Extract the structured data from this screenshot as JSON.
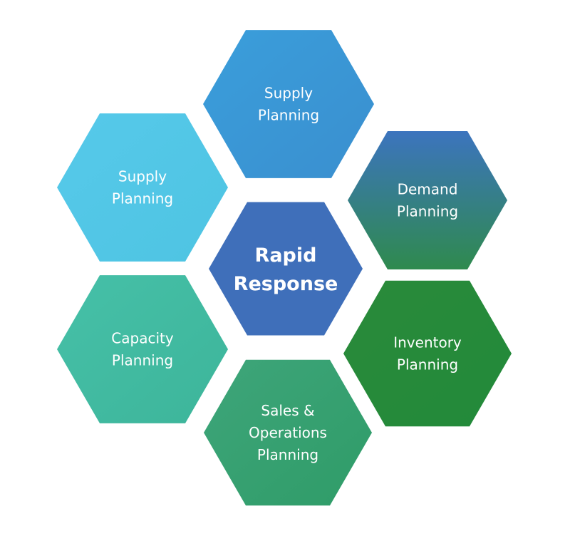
{
  "diagram": {
    "center": {
      "lines": [
        "Rapid",
        "Response"
      ],
      "color": "#3f6fba"
    },
    "nodes": [
      {
        "id": "top",
        "lines": [
          "Supply",
          "Planning"
        ],
        "colors": [
          "#3a9edb",
          "#3a8fcf"
        ]
      },
      {
        "id": "upper-right",
        "lines": [
          "Demand",
          "Planning"
        ],
        "colors": [
          "#3c74be",
          "#2f8a4e"
        ]
      },
      {
        "id": "lower-right",
        "lines": [
          "Inventory",
          "Planning"
        ],
        "colors": [
          "#2a8a3a",
          "#228a3a"
        ]
      },
      {
        "id": "bottom",
        "lines": [
          "Sales &",
          "Operations",
          "Planning"
        ],
        "colors": [
          "#3ea57a",
          "#2f9c68"
        ]
      },
      {
        "id": "lower-left",
        "lines": [
          "Capacity",
          "Planning"
        ],
        "colors": [
          "#46c0a8",
          "#3db59a"
        ]
      },
      {
        "id": "upper-left",
        "lines": [
          "Supply",
          "Planning"
        ],
        "colors": [
          "#56c9ea",
          "#4ec4e2"
        ]
      }
    ]
  }
}
